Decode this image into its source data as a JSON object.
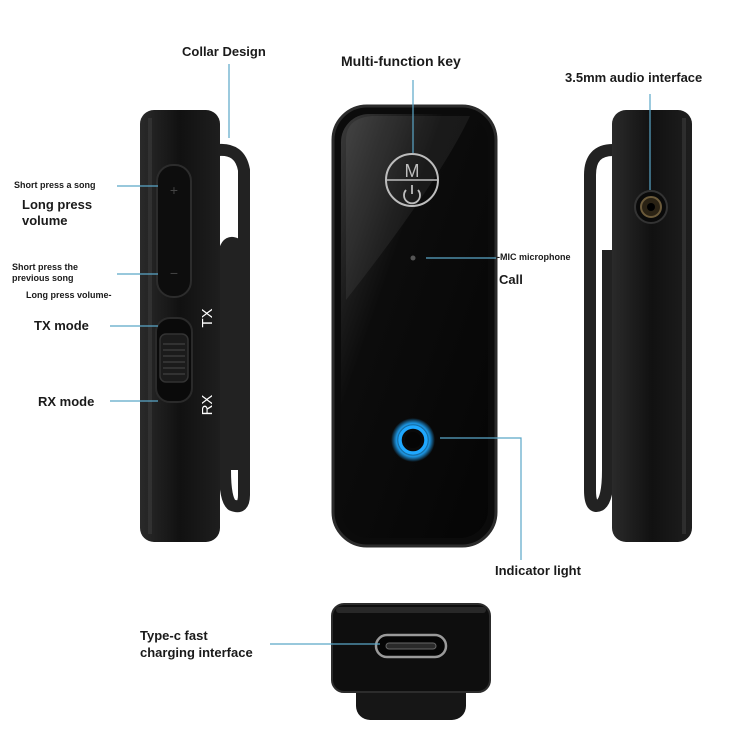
{
  "labels": {
    "collar_design": "Collar Design",
    "multi_function_key": "Multi-function key",
    "audio_interface": "3.5mm audio interface",
    "short_press_song": "Short press a song",
    "long_press_volume_up": "Long press",
    "long_press_volume_up_2": "volume",
    "short_press_previous": "Short press the",
    "short_press_previous_2": "previous song",
    "long_press_volume_down": "Long press volume-",
    "tx_mode": "TX mode",
    "rx_mode": "RX mode",
    "mic_microphone": "-MIC microphone",
    "call": "Call",
    "indicator_light": "Indicator light",
    "typec_line1": "Type-c fast",
    "typec_line2": "charging interface"
  },
  "device": {
    "side_tx": "TX",
    "side_rx": "RX",
    "button_plus": "+",
    "button_minus": "−",
    "key_letter": "M"
  },
  "colors": {
    "leader_line": "#5aa6c8",
    "device_body": "#141414",
    "indicator_ring": "#1fa8ff"
  }
}
